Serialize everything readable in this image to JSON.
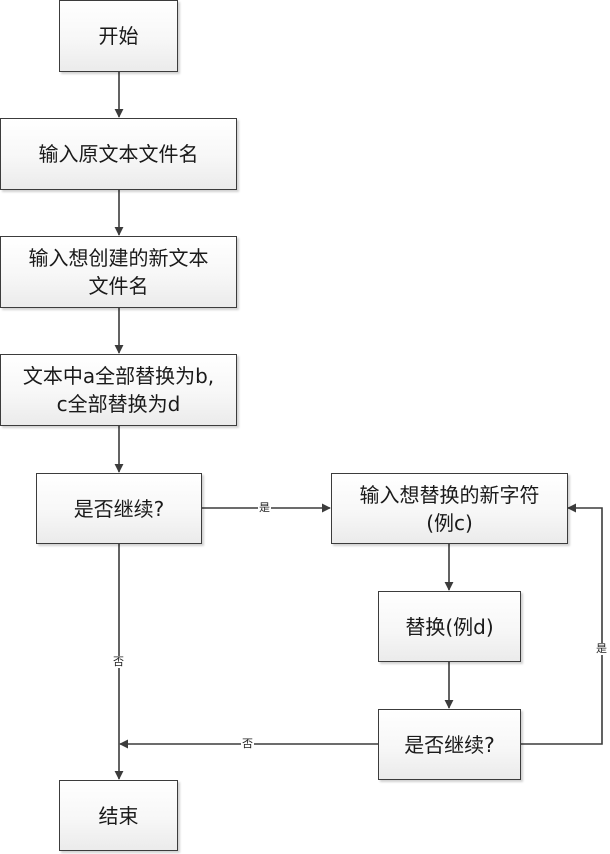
{
  "diagram": {
    "type": "flowchart",
    "line_color": "#3c3c3c",
    "node_fill_top": "#ffffff",
    "node_fill_bottom": "#ebebeb",
    "nodes": [
      {
        "id": "start",
        "lines": [
          "开始"
        ]
      },
      {
        "id": "input-source",
        "lines": [
          "输入原文本文件名"
        ]
      },
      {
        "id": "input-new",
        "lines": [
          "输入想创建的新文本",
          "文件名"
        ]
      },
      {
        "id": "replace-all",
        "lines": [
          "文本中a全部替换为b,",
          "c全部替换为d"
        ]
      },
      {
        "id": "continue-1",
        "lines": [
          "是否继续?"
        ]
      },
      {
        "id": "input-char",
        "lines": [
          "输入想替换的新字符",
          "(例c)"
        ]
      },
      {
        "id": "replace",
        "lines": [
          "替换(例d)"
        ]
      },
      {
        "id": "continue-2",
        "lines": [
          "是否继续?"
        ]
      },
      {
        "id": "end",
        "lines": [
          "结束"
        ]
      }
    ],
    "edges": [
      {
        "from": "start",
        "to": "input-source",
        "label": ""
      },
      {
        "from": "input-source",
        "to": "input-new",
        "label": ""
      },
      {
        "from": "input-new",
        "to": "replace-all",
        "label": ""
      },
      {
        "from": "replace-all",
        "to": "continue-1",
        "label": ""
      },
      {
        "from": "continue-1",
        "to": "input-char",
        "label": "是"
      },
      {
        "from": "continue-1",
        "to": "end",
        "label": "否"
      },
      {
        "from": "input-char",
        "to": "replace",
        "label": ""
      },
      {
        "from": "replace",
        "to": "continue-2",
        "label": ""
      },
      {
        "from": "continue-2",
        "to": "input-char",
        "label": "是"
      },
      {
        "from": "continue-2",
        "to": "end",
        "label": "否"
      }
    ]
  }
}
